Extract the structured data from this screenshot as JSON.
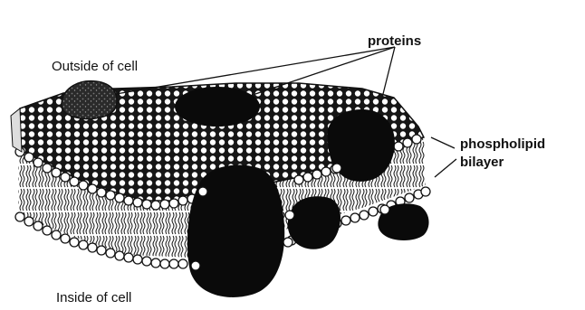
{
  "labels": {
    "outside": "Outside of cell",
    "inside": "Inside of cell",
    "proteins": "proteins",
    "phospholipid_line1": "phospholipid",
    "phospholipid_line2": "bilayer"
  },
  "colors": {
    "ink": "#111111",
    "head_fill": "#ffffff",
    "protein_fill": "#0a0a0a",
    "background": "#ffffff"
  }
}
